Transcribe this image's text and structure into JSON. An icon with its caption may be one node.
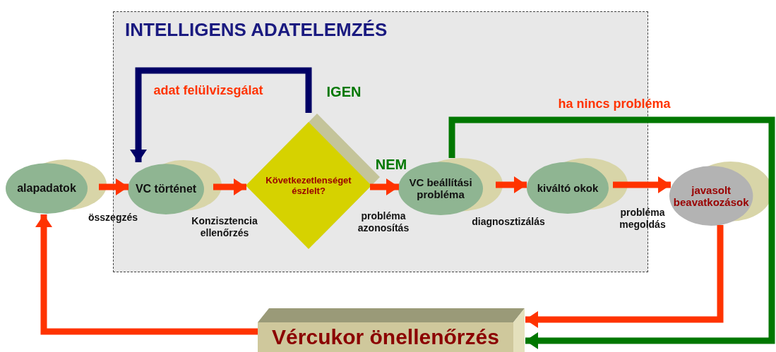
{
  "diagram": {
    "nodes": [
      {
        "text": [
          "INTELLIGENS ADATELEMZÉS"
        ]
      },
      {
        "text": [
          "alapadatok"
        ]
      },
      {
        "text": [
          "VC történet"
        ],
        "in": 0
      },
      {
        "text": [
          "Következetlenséget észlelt?"
        ],
        "in": 0
      },
      {
        "text": [
          "VC beállítási probléma"
        ],
        "in": 0
      },
      {
        "text": [
          "kiváltó okok"
        ],
        "in": 0
      },
      {
        "text": [
          "javasolt beavatkozások"
        ]
      },
      {
        "text": [
          "Vércukor önellenőrzés"
        ]
      }
    ],
    "edges": [
      {
        "from": 1,
        "to": 2,
        "arrow": "to",
        "label": "összegzés"
      },
      {
        "from": 2,
        "to": 3,
        "arrow": "to",
        "label": "Konzisztencia ellenőrzés"
      },
      {
        "from": 3,
        "to": 4,
        "arrow": "to",
        "label": "NEM"
      },
      {
        "from": 4,
        "to": 5,
        "arrow": "to",
        "label": "diagnosztizálás"
      },
      {
        "from": 5,
        "to": 6,
        "arrow": "to",
        "label": "probléma megoldás"
      },
      {
        "from": 3,
        "to": 2,
        "arrow": "to",
        "label": "IGEN",
        "color": "#000066"
      },
      {
        "from": 4,
        "to": 7,
        "arrow": "to",
        "label": "ha nincs probléma",
        "color": "#007700"
      },
      {
        "from": 6,
        "to": 7,
        "arrow": "to"
      },
      {
        "from": 7,
        "to": 1,
        "arrow": "to"
      }
    ],
    "labels": [
      "adat felülvizsgálat",
      "probléma azonosítás"
    ]
  }
}
